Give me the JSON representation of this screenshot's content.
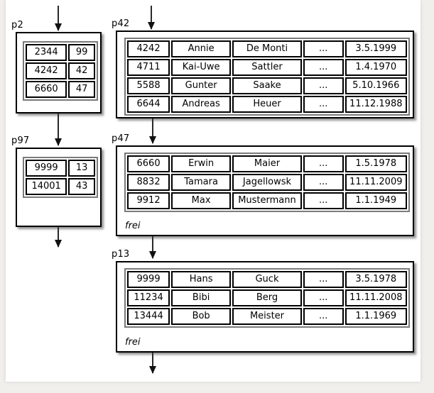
{
  "diagram_title": "index and data pages diagram",
  "colors": {
    "page_background": "#ffffff",
    "margin_background": "#f1efec",
    "line_color": "#000000"
  },
  "pages": {
    "p2": {
      "label": "p2",
      "type": "index-page",
      "rows": [
        [
          "2344",
          "99"
        ],
        [
          "4242",
          "42"
        ],
        [
          "6660",
          "47"
        ]
      ]
    },
    "p42": {
      "label": "p42",
      "type": "data-page",
      "rows": [
        [
          "4242",
          "Annie",
          "De Monti",
          "...",
          "3.5.1999"
        ],
        [
          "4711",
          "Kai-Uwe",
          "Sattler",
          "...",
          "1.4.1970"
        ],
        [
          "5588",
          "Gunter",
          "Saake",
          "...",
          "5.10.1966"
        ],
        [
          "6644",
          "Andreas",
          "Heuer",
          "...",
          "11.12.1988"
        ]
      ]
    },
    "p97": {
      "label": "p97",
      "type": "index-page",
      "rows": [
        [
          "9999",
          "13"
        ],
        [
          "14001",
          "43"
        ]
      ]
    },
    "p47": {
      "label": "p47",
      "type": "data-page",
      "rows": [
        [
          "6660",
          "Erwin",
          "Maier",
          "...",
          "1.5.1978"
        ],
        [
          "8832",
          "Tamara",
          "Jagellowsk",
          "...",
          "11.11.2009"
        ],
        [
          "9912",
          "Max",
          "Mustermann",
          "...",
          "1.1.1949"
        ]
      ],
      "free_label": "frei"
    },
    "p13": {
      "label": "p13",
      "type": "data-page",
      "rows": [
        [
          "9999",
          "Hans",
          "Guck",
          "...",
          "3.5.1978"
        ],
        [
          "11234",
          "Bibi",
          "Berg",
          "...",
          "11.11.2008"
        ],
        [
          "13444",
          "Bob",
          "Meister",
          "...",
          "1.1.1969"
        ]
      ],
      "free_label": "frei"
    }
  }
}
